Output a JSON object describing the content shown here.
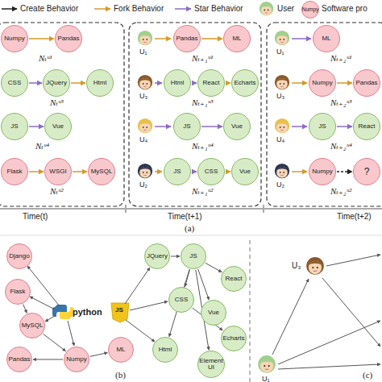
{
  "diagram": {
    "nodes": [
      {
        "text": [
          "Numpy"
        ]
      },
      {
        "text": [
          "Numpy"
        ]
      },
      {
        "text": [
          "Pandas"
        ]
      },
      {
        "text": [
          "CSS"
        ]
      },
      {
        "text": [
          "JQuery"
        ]
      },
      {
        "text": [
          "Html"
        ]
      },
      {
        "text": [
          "JS"
        ]
      },
      {
        "text": [
          "Vue"
        ]
      },
      {
        "text": [
          "Flask"
        ]
      },
      {
        "text": [
          "WSGI"
        ]
      },
      {
        "text": [
          "MySQL"
        ]
      },
      {
        "text": [
          "Pandas"
        ]
      },
      {
        "text": [
          "ML"
        ]
      },
      {
        "text": [
          "Html"
        ]
      },
      {
        "text": [
          "React"
        ]
      },
      {
        "text": [
          "Echarts"
        ]
      },
      {
        "text": [
          "JS"
        ]
      },
      {
        "text": [
          "Vue"
        ]
      },
      {
        "text": [
          "JS"
        ]
      },
      {
        "text": [
          "CSS"
        ]
      },
      {
        "text": [
          "Vue"
        ]
      },
      {
        "text": [
          "ML"
        ]
      },
      {
        "text": [
          "Numpy"
        ]
      },
      {
        "text": [
          "Pandas"
        ]
      },
      {
        "text": [
          "JS"
        ]
      },
      {
        "text": [
          "React"
        ]
      },
      {
        "text": [
          "Numpy"
        ]
      },
      {
        "text": [
          "?"
        ]
      },
      {
        "text": [
          "Django"
        ]
      },
      {
        "text": [
          "Flask"
        ]
      },
      {
        "text": [
          "MySQL"
        ]
      },
      {
        "text": [
          "Pandas"
        ]
      },
      {
        "text": [
          "Numpy"
        ]
      },
      {
        "text": [
          "ML"
        ]
      },
      {
        "text": [
          "JQuery"
        ]
      },
      {
        "text": [
          "JS"
        ]
      },
      {
        "text": [
          "React"
        ]
      },
      {
        "text": [
          "Vue"
        ]
      },
      {
        "text": [
          "CSS"
        ]
      },
      {
        "text": [
          "Echarts"
        ]
      },
      {
        "text": [
          "Element UI"
        ]
      },
      {
        "text": [
          "Html"
        ]
      }
    ],
    "edges": [
      {
        "from": 1,
        "to": 2,
        "arrow": "to"
      },
      {
        "from": 3,
        "to": 4,
        "arrow": "to"
      },
      {
        "from": 4,
        "to": 5,
        "arrow": "to"
      },
      {
        "from": 6,
        "to": 7,
        "arrow": "to"
      },
      {
        "from": 8,
        "to": 9,
        "arrow": "to"
      },
      {
        "from": 9,
        "to": 10,
        "arrow": "to"
      },
      {
        "from": 11,
        "to": 12,
        "arrow": "to"
      },
      {
        "from": 13,
        "to": 14,
        "arrow": "to"
      },
      {
        "from": 14,
        "to": 15,
        "arrow": "to"
      },
      {
        "from": 16,
        "to": 17,
        "arrow": "to"
      },
      {
        "from": 18,
        "to": 19,
        "arrow": "to"
      },
      {
        "from": 19,
        "to": 20,
        "arrow": "to"
      },
      {
        "from": 22,
        "to": 23,
        "arrow": "to"
      },
      {
        "from": 24,
        "to": 25,
        "arrow": "to"
      },
      {
        "from": 26,
        "to": 27,
        "arrow": "to"
      },
      {
        "from": 29,
        "to": 30,
        "arrow": "to"
      },
      {
        "from": 30,
        "to": 32,
        "arrow": "to"
      },
      {
        "from": 32,
        "to": 31,
        "arrow": "to"
      },
      {
        "from": 32,
        "to": 33,
        "arrow": "to"
      },
      {
        "from": 34,
        "to": 35,
        "arrow": "to"
      },
      {
        "from": 35,
        "to": 36,
        "arrow": "to"
      },
      {
        "from": 35,
        "to": 37,
        "arrow": "to"
      },
      {
        "from": 35,
        "to": 38,
        "arrow": "to"
      },
      {
        "from": 35,
        "to": 41,
        "arrow": "to"
      },
      {
        "from": 35,
        "to": 40,
        "arrow": "to"
      },
      {
        "from": 38,
        "to": 39,
        "arrow": "to"
      }
    ],
    "labels": [
      "Nₜᵘ¹",
      "Nₜᵘ³",
      "Nₜᵘ⁴",
      "Nₜᵘ²",
      "U₁",
      "Nₜ₊₁ᵘ¹",
      "U₃",
      "Nₜ₊₁ᵘ³",
      "U₄",
      "Nₜ₊₁ᵘ⁴",
      "U₂",
      "Nₜ₊₁ᵘ²",
      "U₁",
      "Nₜ₊₂ᵘ¹",
      "U₃",
      "Nₜ₊₂ᵘ³",
      "U₄",
      "Nₜ₊₂ᵘ⁴",
      "U₂",
      "Nₜ₊₂ᵘ²",
      "Time(t)",
      "Time(t+1)",
      "Time(t+2)",
      "(a)",
      "python",
      "JS",
      "U₃",
      "U₁",
      "(b)",
      "(c)"
    ],
    "legend": [
      {
        "text": "Create Behavior"
      },
      {
        "text": "Fork Behavior"
      },
      {
        "text": "Star Behavior"
      },
      {
        "text": "User"
      },
      {
        "text": "Software pro"
      }
    ]
  }
}
